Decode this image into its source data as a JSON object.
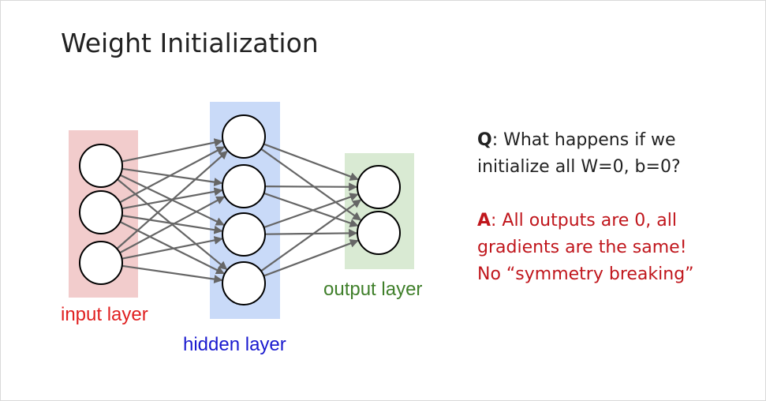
{
  "title": "Weight Initialization",
  "labels": {
    "input": "input layer",
    "hidden": "hidden layer",
    "output": "output layer"
  },
  "question": {
    "prefix": "Q",
    "line1": ": What happens if we",
    "line2": "initialize all W=0, b=0?"
  },
  "answer": {
    "prefix": "A",
    "line1": ": All outputs are 0, all",
    "line2": "gradients are the same!",
    "line3": "No “symmetry breaking”"
  },
  "network": {
    "layers": [
      {
        "name": "input",
        "neurons": 3,
        "fill": "#f2cccc"
      },
      {
        "name": "hidden",
        "neurons": 4,
        "fill": "#c9daf8"
      },
      {
        "name": "output",
        "neurons": 2,
        "fill": "#d9ead3"
      }
    ],
    "edge_color": "#666666"
  }
}
